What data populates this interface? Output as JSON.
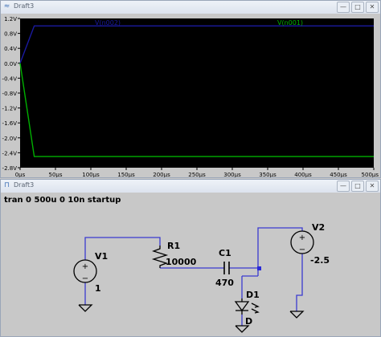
{
  "waveform_window": {
    "title": "Draft3",
    "buttons": {
      "minimize": "—",
      "maximize": "□",
      "close": "✕"
    },
    "traces": [
      {
        "label": "V(n002)",
        "color": "#1a1aa0"
      },
      {
        "label": "V(n001)",
        "color": "#00b000"
      }
    ],
    "y_ticks": [
      "1.2V",
      "0.8V",
      "0.4V",
      "0.0V",
      "-0.4V",
      "-0.8V",
      "-1.2V",
      "-1.6V",
      "-2.0V",
      "-2.4V",
      "-2.8V"
    ],
    "x_ticks": [
      "0µs",
      "50µs",
      "100µs",
      "150µs",
      "200µs",
      "250µs",
      "300µs",
      "350µs",
      "400µs",
      "450µs",
      "500µs"
    ]
  },
  "chart_data": {
    "type": "line",
    "xlim": [
      0,
      500
    ],
    "ylim": [
      -2.8,
      1.2
    ],
    "series": [
      {
        "name": "V(n002)",
        "x": [
          0,
          20,
          500
        ],
        "y": [
          0.0,
          1.0,
          1.0
        ]
      },
      {
        "name": "V(n001)",
        "x": [
          0,
          20,
          500
        ],
        "y": [
          0.0,
          -2.5,
          -2.5
        ]
      }
    ],
    "grid": false
  },
  "schematic_window": {
    "title": "Draft3",
    "buttons": {
      "minimize": "—",
      "maximize": "□",
      "close": "✕"
    },
    "directive": "tran 0 500u 0 10n startup",
    "components": {
      "v1_name": "V1",
      "v1_value": "1",
      "r1_name": "R1",
      "r1_value": "10000",
      "c1_name": "C1",
      "c1_value": "470",
      "d1_name": "D1",
      "d1_value": "D",
      "v2_name": "V2",
      "v2_value": "-2.5"
    },
    "colors": {
      "wire": "#3a3ad0",
      "component": "#000000",
      "background": "#c8c8c8"
    }
  }
}
